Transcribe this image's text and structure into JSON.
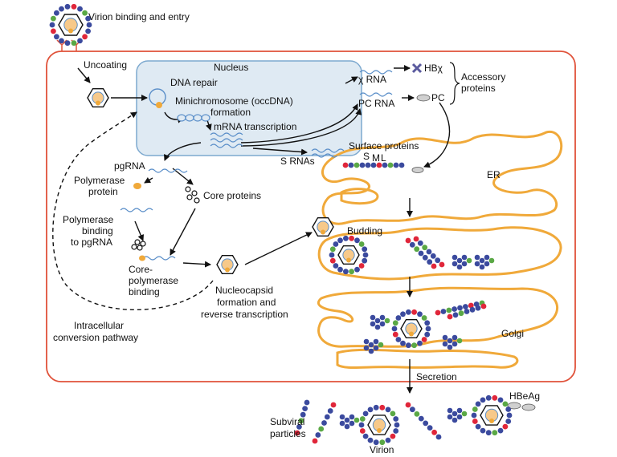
{
  "labels": {
    "virion_entry": "Virion binding and entry",
    "uncoating": "Uncoating",
    "nucleus": "Nucleus",
    "dna_repair": "DNA repair",
    "minichromosome_1": "Minichromosome (occDNA)",
    "minichromosome_2": "formation",
    "mrna": "mRNA transcription",
    "chi_rna": "χ RNA",
    "hbx": "HBχ",
    "pc_rna": "PC RNA",
    "pc": "PC",
    "accessory_1": "Accessory",
    "accessory_2": "proteins",
    "pgrna": "pgRNA",
    "polymerase_1": "Polymerase",
    "polymerase_2": "protein",
    "core_proteins": "Core proteins",
    "s_rnas": "S RNAs",
    "surface_proteins": "Surface proteins",
    "s": "S",
    "m": "M",
    "l": "L",
    "er": "ER",
    "poly_binding_1": "Polymerase",
    "poly_binding_2": "binding",
    "poly_binding_3": "to pgRNA",
    "core_poly_1": "Core-",
    "core_poly_2": "polymerase",
    "core_poly_3": "binding",
    "nucleocapsid_1": "Nucleocapsid",
    "nucleocapsid_2": "formation and",
    "nucleocapsid_3": "reverse transcription",
    "budding": "Budding",
    "golgi": "Golgi",
    "intracellular_1": "Intracellular",
    "intracellular_2": "conversion pathway",
    "secretion": "Secretion",
    "hbeag": "HBeAg",
    "subviral_1": "Subviral",
    "subviral_2": "particles",
    "virion": "Virion"
  },
  "colors": {
    "cell_membrane": "#e0523a",
    "nucleus_fill": "#dfeaf3",
    "nucleus_stroke": "#7da9cf",
    "er_golgi": "#f0a93a",
    "blue_protein": "#3b4a9e",
    "red_protein": "#e0263a",
    "green_protein": "#5aa845",
    "rna": "#5b8fc9",
    "capsid_core": "#f7c98a",
    "polymerase": "#f0a93a"
  }
}
